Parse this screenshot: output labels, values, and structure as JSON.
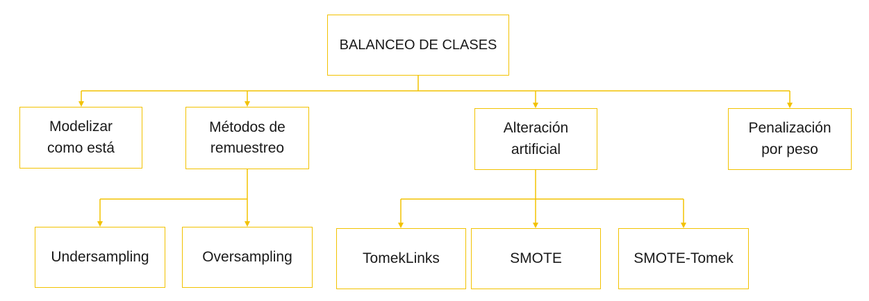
{
  "diagram": {
    "root": {
      "label": "BALANCEO DE CLASES"
    },
    "level1": [
      {
        "label": "Modelizar\ncomo está"
      },
      {
        "label": "Métodos de\nremuestreo"
      },
      {
        "label": "Alteración\nartificial"
      },
      {
        "label": "Penalización\npor peso"
      }
    ],
    "resampling_children": [
      {
        "label": "Undersampling"
      },
      {
        "label": "Oversampling"
      }
    ],
    "artificial_children": [
      {
        "label": "TomekLinks"
      },
      {
        "label": "SMOTE"
      },
      {
        "label": "SMOTE-Tomek"
      }
    ]
  },
  "colors": {
    "accent": "#f2c200",
    "text": "#1a1a1a",
    "background": "#ffffff"
  }
}
